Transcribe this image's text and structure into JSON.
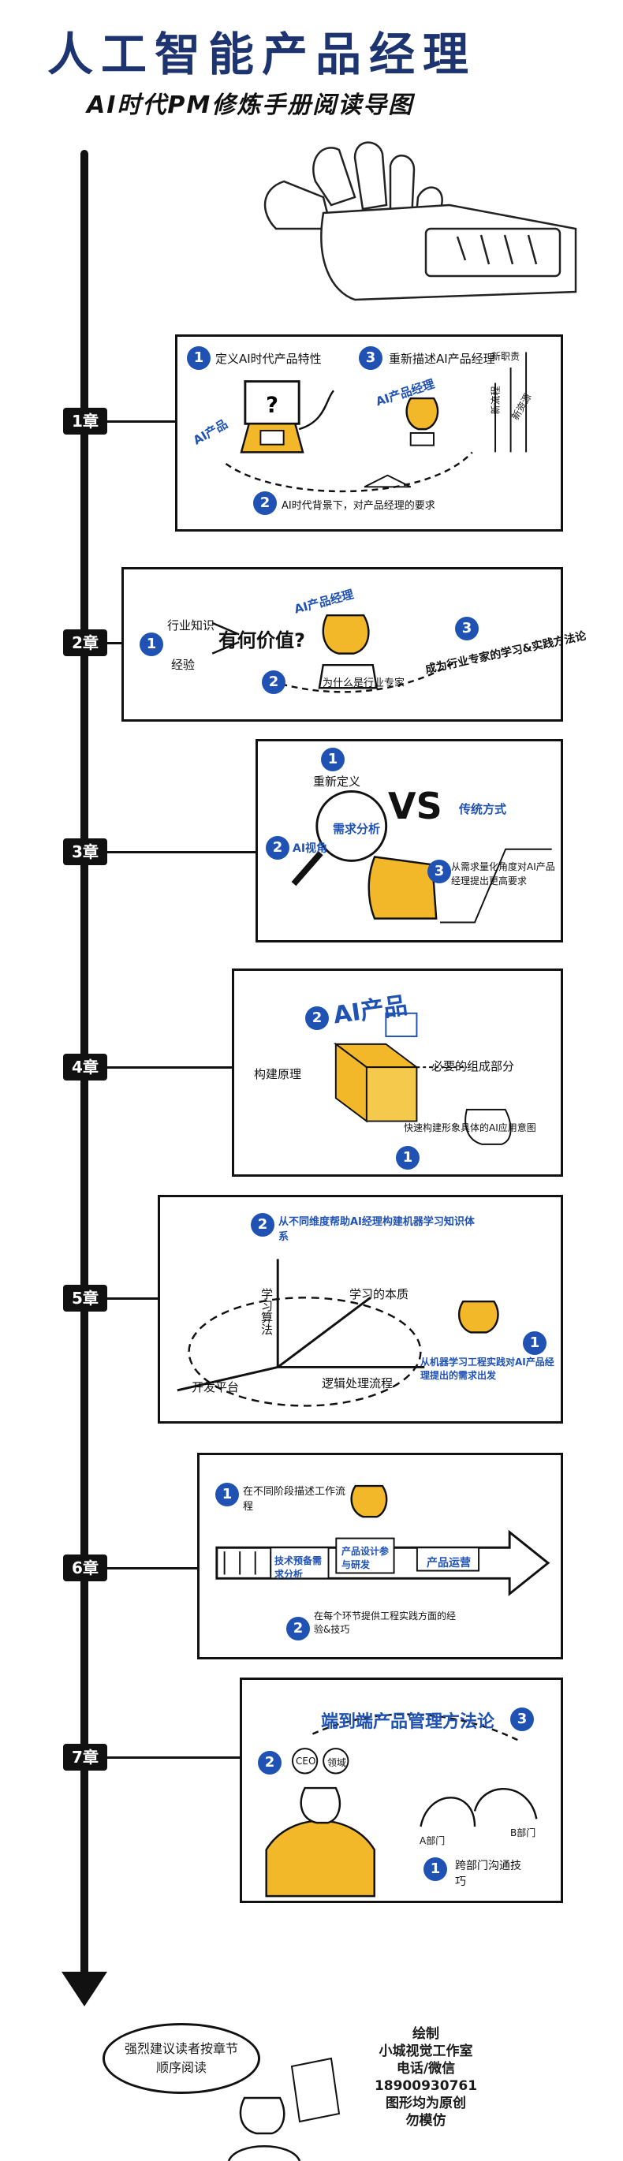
{
  "header": {
    "title": "人工智能产品经理",
    "subtitle": "AI时代PM修炼手册阅读导图"
  },
  "chapters": [
    {
      "label": "1章",
      "items": [
        "定义AI时代产品特性",
        "AI时代背景下，对产品经理的要求",
        "重新描述AI产品经理"
      ],
      "art_labels": [
        "AI产品",
        "AI产品经理",
        "新职责",
        "新流程",
        "新资源"
      ]
    },
    {
      "label": "2章",
      "items": [
        "行业知识",
        "经验",
        "有何价值?",
        "AI产品经理",
        "为什么是行业专家",
        "成为行业专家的学习&实践方法论"
      ]
    },
    {
      "label": "3章",
      "items": [
        "重新定义",
        "AI视角",
        "需求分析",
        "VS",
        "传统方式",
        "从需求量化角度对AI产品经理提出更高要求"
      ]
    },
    {
      "label": "4章",
      "items": [
        "AI产品",
        "构建原理",
        "必要的组成部分",
        "快速构建形象具体的AI应用意图"
      ]
    },
    {
      "label": "5章",
      "items": [
        "从不同维度帮助AI经理构建机器学习知识体系",
        "学习算法",
        "学习的本质",
        "开发平台",
        "逻辑处理流程",
        "从机器学习工程实践对AI产品经理提出的需求出发"
      ]
    },
    {
      "label": "6章",
      "items": [
        "在不同阶段描述工作流程",
        "技术预备需求分析",
        "产品设计参与研发",
        "产品运营",
        "在每个环节提供工程实践方面的经验&技巧"
      ]
    },
    {
      "label": "7章",
      "items": [
        "端到端产品管理方法论",
        "CEO",
        "领域",
        "A部门",
        "B部门",
        "跨部门沟通技巧"
      ]
    }
  ],
  "footer": {
    "note": "强烈建议读者按章节顺序阅读",
    "credit": [
      "绘制",
      "小城视觉工作室",
      "电话/微信",
      "18900930761",
      "图形均为原创",
      "勿模仿"
    ]
  },
  "colors": {
    "title_blue": "#1d3470",
    "accent_blue": "#1f52b3",
    "figure_yellow": "#f2b82a",
    "line_black": "#111111"
  }
}
